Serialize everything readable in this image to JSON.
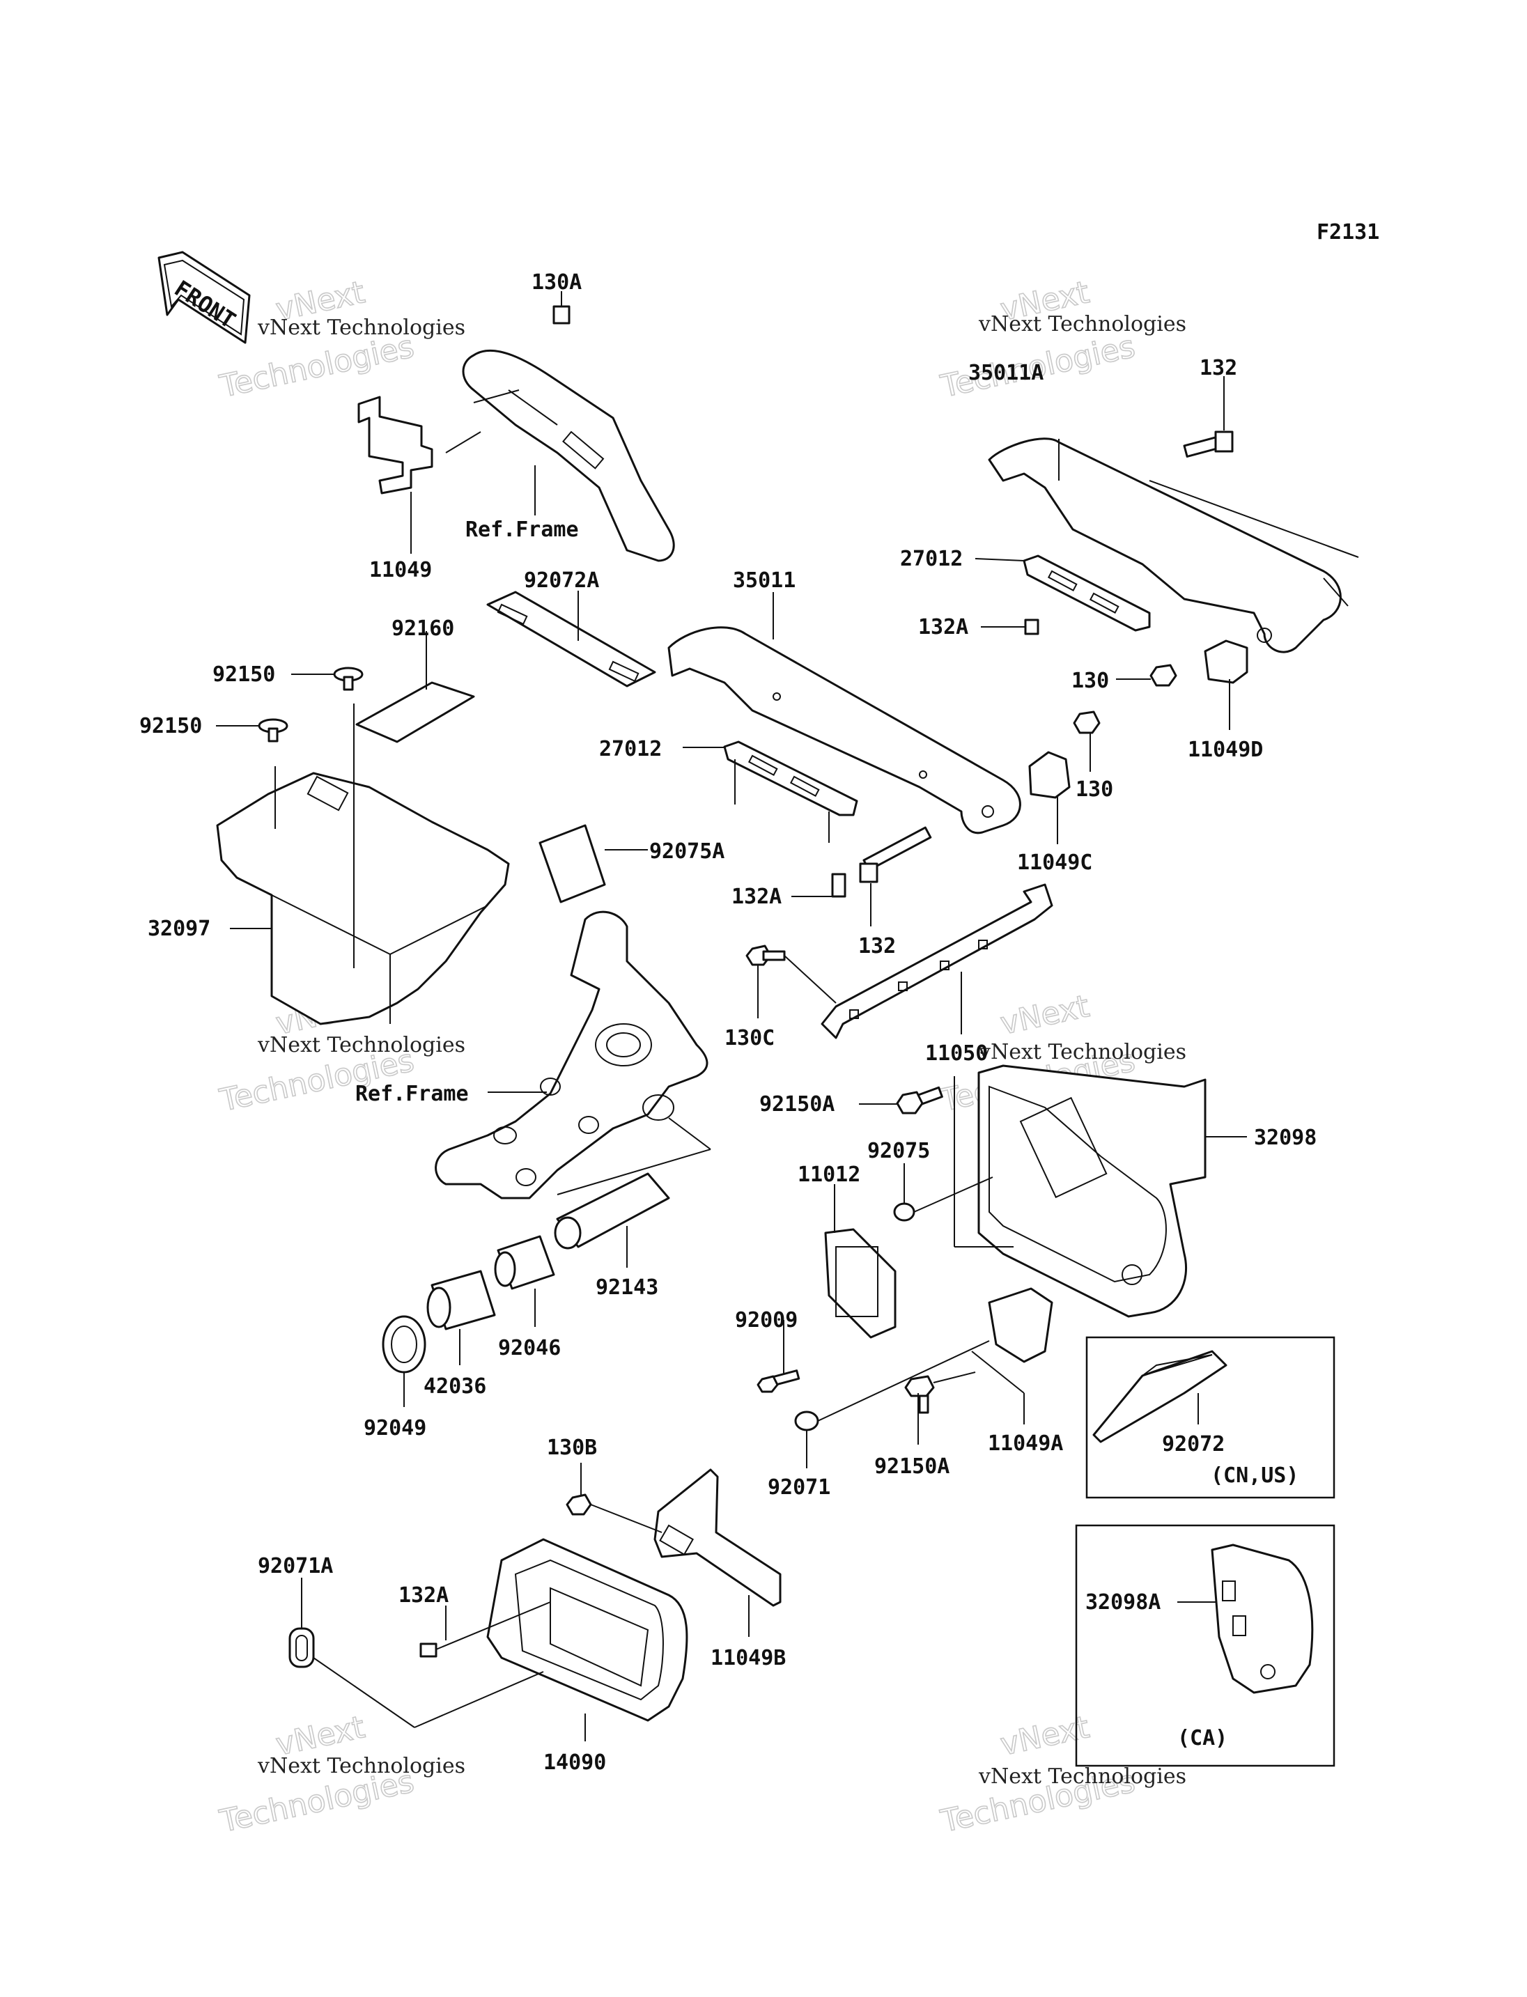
{
  "diagram_code": "F2131",
  "front_label": "FRONT",
  "watermark": {
    "line1": "vNext",
    "line2": "Technologies",
    "small": "vNext Technologies"
  },
  "labels": {
    "p130A": "130A",
    "p11049": "11049",
    "ref_frame_top": "Ref.Frame",
    "p35011A": "35011A",
    "p132_top": "132",
    "p27012_top": "27012",
    "p132A_top": "132A",
    "p130_d": "130",
    "p11049D": "11049D",
    "p92072A": "92072A",
    "p35011": "35011",
    "p92160": "92160",
    "p92150_a": "92150",
    "p92150_b": "92150",
    "p27012_mid": "27012",
    "p92075A": "92075A",
    "p132A_mid": "132A",
    "p132_mid": "132",
    "p130_c": "130",
    "p11049C": "11049C",
    "p32097": "32097",
    "p130C": "130C",
    "p11050": "11050",
    "ref_frame_mid": "Ref.Frame",
    "p92150A_top": "92150A",
    "p32098": "32098",
    "p92075": "92075",
    "p11012": "11012",
    "p92143": "92143",
    "p92046": "92046",
    "p42036": "42036",
    "p92049": "92049",
    "p92009": "92009",
    "p11049A": "11049A",
    "p92150A_bot": "92150A",
    "p92071": "92071",
    "p130B": "130B",
    "p92072": "92072",
    "cn_us": "(CN,US)",
    "p92071A": "92071A",
    "p132A_bot": "132A",
    "p11049B": "11049B",
    "p14090": "14090",
    "p32098A": "32098A",
    "ca": "(CA)"
  }
}
